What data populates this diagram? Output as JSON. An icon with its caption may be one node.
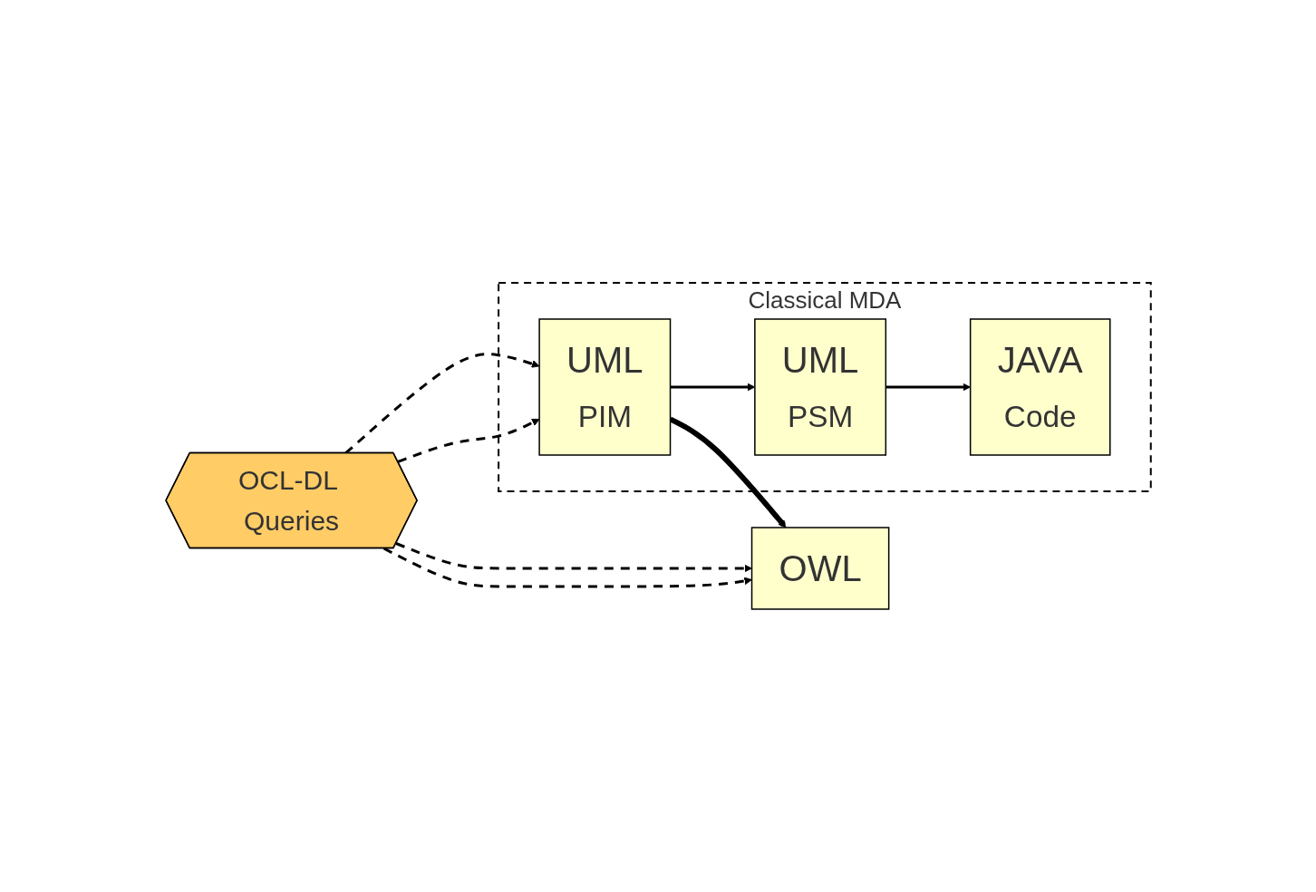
{
  "diagram": {
    "nodes": [
      {
        "text": [
          "OCL-DL Queries"
        ]
      },
      {
        "text": [
          "OWL"
        ]
      },
      {
        "text": [
          "Classical MDA"
        ]
      },
      {
        "text": [
          "UML",
          "PIM"
        ],
        "in": 2
      },
      {
        "text": [
          "UML",
          "PSM"
        ],
        "in": 2
      },
      {
        "text": [
          "JAVA",
          "Code"
        ],
        "in": 2
      }
    ],
    "edges": [
      {
        "from": 0,
        "to": 1,
        "arrow": "to",
        "style": "dashed"
      },
      {
        "from": 0,
        "to": 1,
        "arrow": "to",
        "style": "dashed"
      },
      {
        "from": 0,
        "to": 3,
        "arrow": "to",
        "style": "dashed"
      },
      {
        "from": 0,
        "to": 3,
        "arrow": "to",
        "style": "dashed"
      },
      {
        "from": 3,
        "to": 1,
        "arrow": "to",
        "style": "thick"
      },
      {
        "from": 3,
        "to": 4,
        "arrow": "to"
      },
      {
        "from": 4,
        "to": 5,
        "arrow": "to"
      }
    ]
  }
}
